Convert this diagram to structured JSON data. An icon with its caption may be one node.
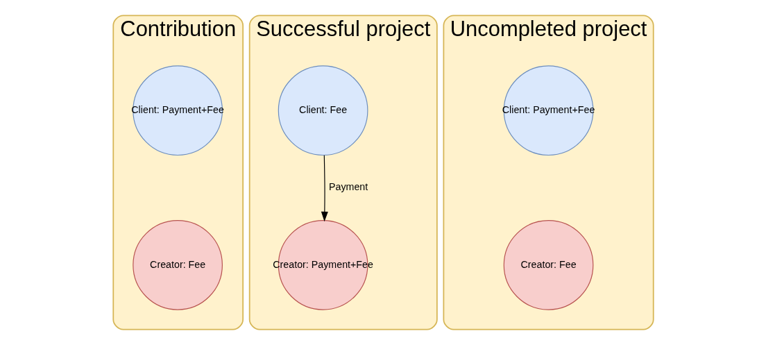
{
  "diagram": {
    "nodes": [
      {
        "text": [
          "Contribution"
        ]
      },
      {
        "text": [
          "Client: Payment+Fee"
        ],
        "in": 0
      },
      {
        "text": [
          "Creator: Fee"
        ],
        "in": 0
      },
      {
        "text": [
          "Successful project"
        ]
      },
      {
        "text": [
          "Client: Fee"
        ],
        "in": 3
      },
      {
        "text": [
          "Creator: Payment+Fee"
        ],
        "in": 3
      },
      {
        "text": [
          "Uncompleted project"
        ]
      },
      {
        "text": [
          "Client: Payment+Fee"
        ],
        "in": 6
      },
      {
        "text": [
          "Creator: Fee"
        ],
        "in": 6
      }
    ],
    "edges": [
      {
        "from": 4,
        "to": 5,
        "label": "Payment",
        "arrow": "to"
      }
    ]
  }
}
